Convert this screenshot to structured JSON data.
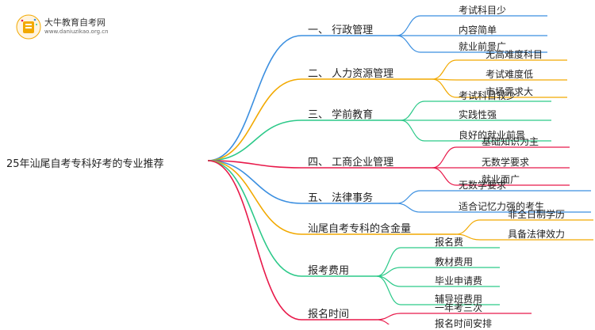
{
  "logo": {
    "title": "大牛教育自考网",
    "url": "www.daniuzikao.org.cn"
  },
  "root": "25年汕尾自考专科好考的专业推荐",
  "branches": [
    {
      "label": "一、 行政管理",
      "color": "#3b8fe0",
      "leaves": [
        "考试科目少",
        "内容简单",
        "就业前景广"
      ]
    },
    {
      "label": "二、 人力资源管理",
      "color": "#f2a900",
      "leaves": [
        "无高难度科目",
        "考试难度低",
        "市场需求大"
      ]
    },
    {
      "label": "三、 学前教育",
      "color": "#2cc989",
      "leaves": [
        "考试科目较少",
        "实践性强",
        "良好的就业前景"
      ]
    },
    {
      "label": "四、 工商企业管理",
      "color": "#e8194a",
      "leaves": [
        "基础知识为主",
        "无数学要求",
        "就业面广"
      ]
    },
    {
      "label": "五、 法律事务",
      "color": "#3b8fe0",
      "leaves": [
        "无数学要求",
        "适合记忆力强的考生"
      ]
    },
    {
      "label": "汕尾自考专科的含金量",
      "color": "#f2a900",
      "leaves": [
        "非全日制学历",
        "具备法律效力"
      ]
    },
    {
      "label": "报考费用",
      "color": "#2cc989",
      "leaves": [
        "报名费",
        "教材费用",
        "毕业申请费",
        "辅导班费用"
      ]
    },
    {
      "label": "报名时间",
      "color": "#e8194a",
      "leaves": [
        "一年考三次",
        "报名时间安排"
      ]
    }
  ]
}
